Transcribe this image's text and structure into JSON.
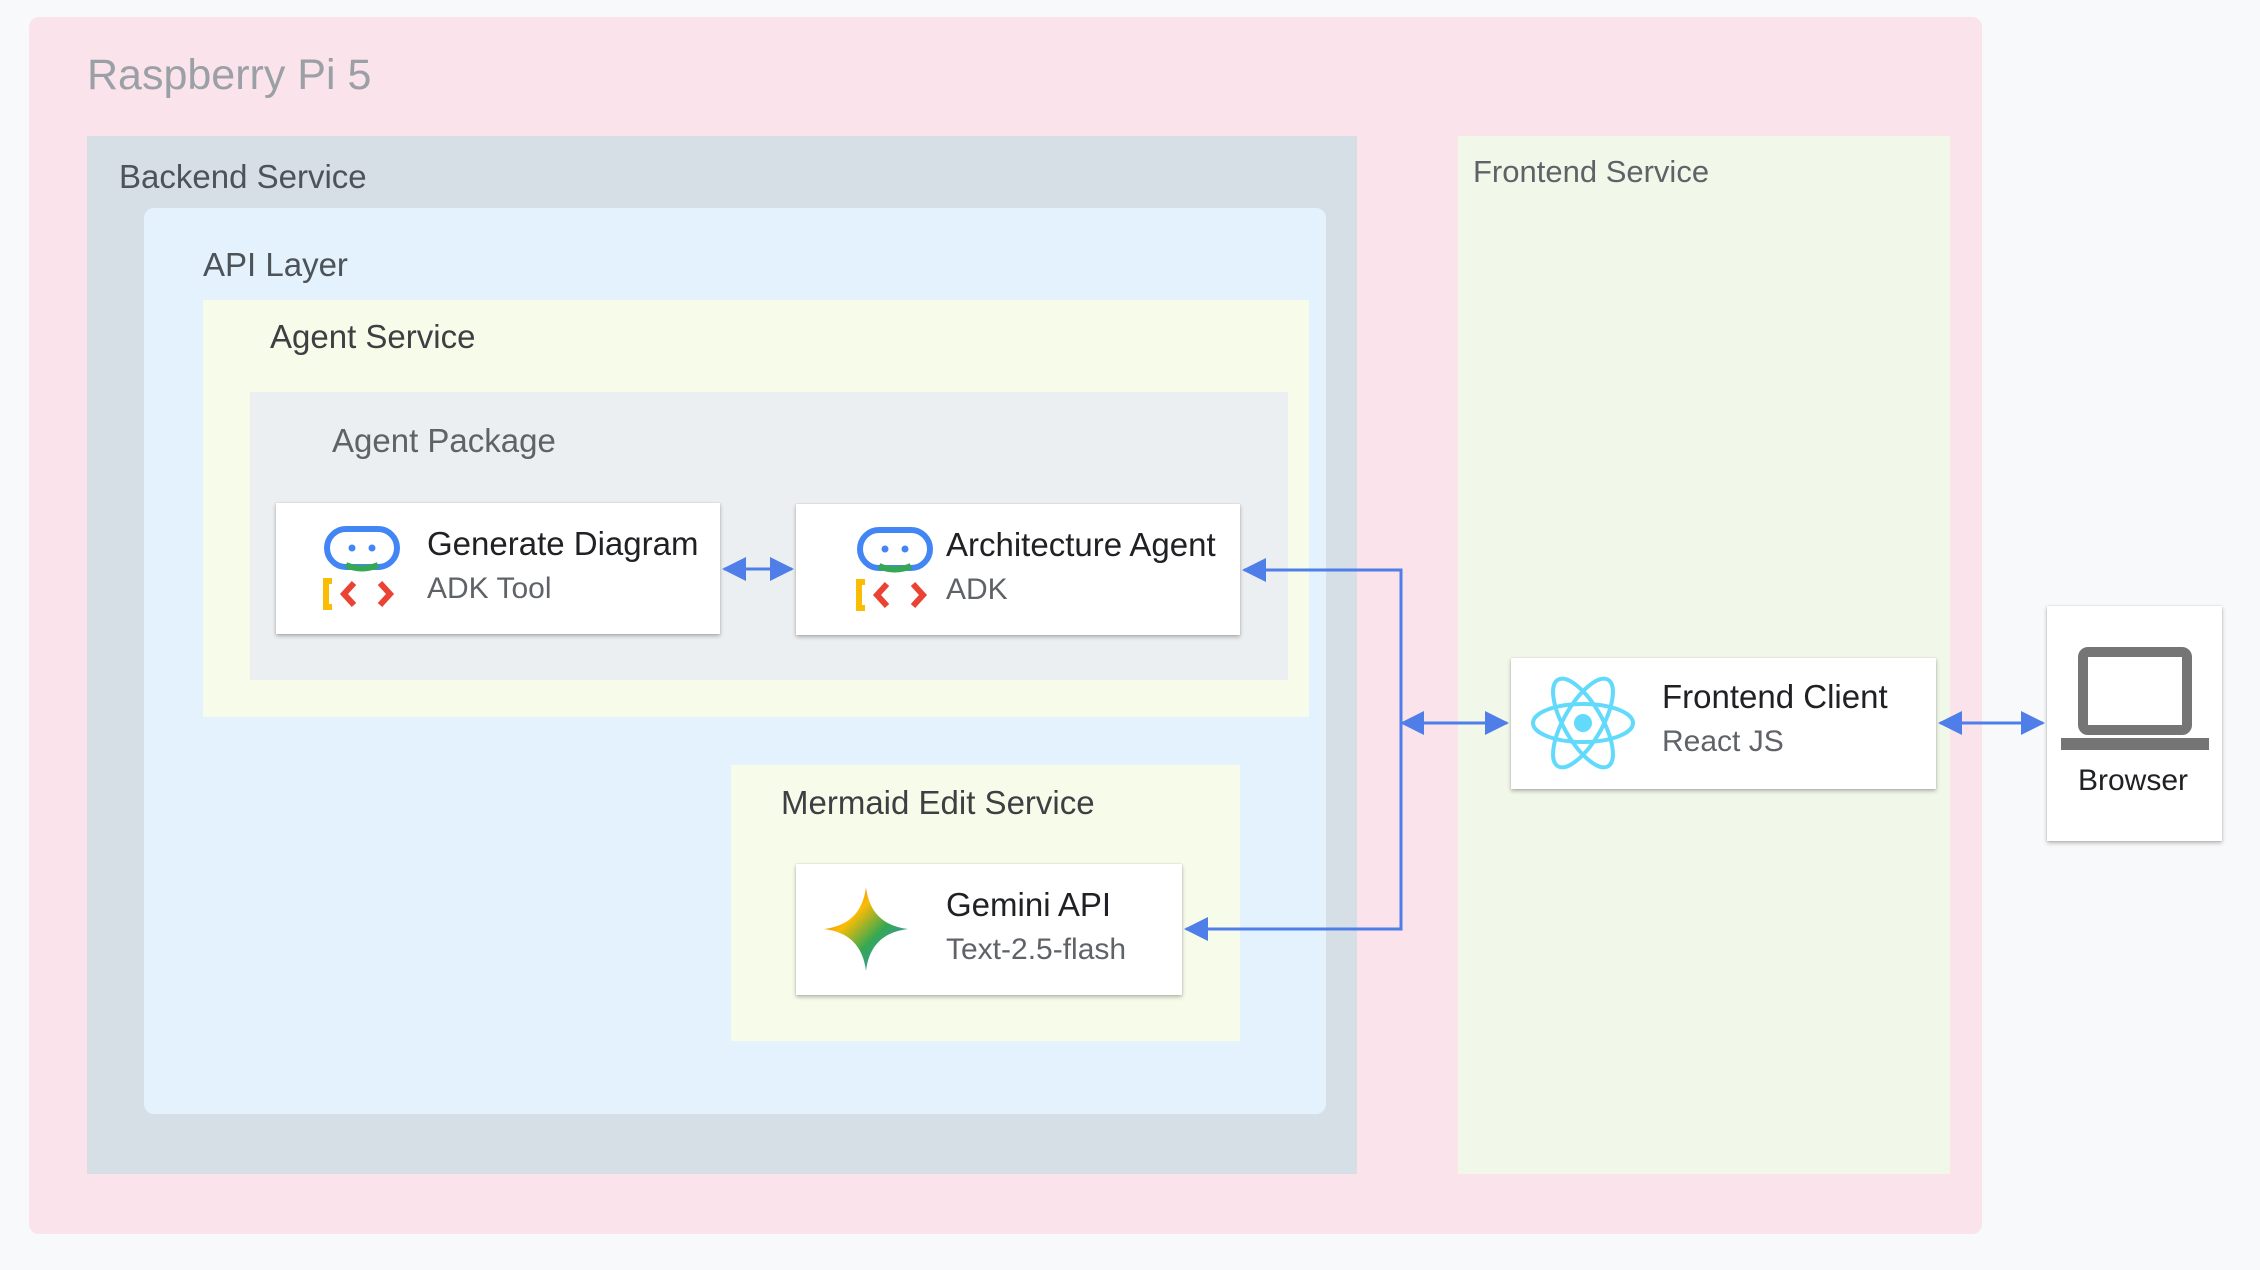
{
  "diagram": {
    "zones": {
      "raspberry_pi": "Raspberry Pi 5",
      "backend_service": "Backend Service",
      "api_layer": "API Layer",
      "agent_service": "Agent Service",
      "agent_package": "Agent Package",
      "mermaid_edit_service": "Mermaid Edit Service",
      "frontend_service": "Frontend Service"
    },
    "nodes": {
      "generate_diagram": {
        "title": "Generate Diagram",
        "subtitle": "ADK Tool",
        "icon": "adk-icon"
      },
      "architecture_agent": {
        "title": "Architecture Agent",
        "subtitle": "ADK",
        "icon": "adk-icon"
      },
      "gemini_api": {
        "title": "Gemini API",
        "subtitle": "Text-2.5-flash",
        "icon": "gemini-sparkle-icon"
      },
      "frontend_client": {
        "title": "Frontend Client",
        "subtitle": "React JS",
        "icon": "react-icon"
      },
      "browser": {
        "title": "Browser",
        "icon": "laptop-icon"
      }
    },
    "edges": [
      {
        "from": "generate_diagram",
        "to": "architecture_agent",
        "direction": "both"
      },
      {
        "from": "frontend_client",
        "to": "architecture_agent",
        "direction": "both"
      },
      {
        "from": "frontend_client",
        "to": "gemini_api",
        "direction": "both"
      },
      {
        "from": "frontend_client",
        "to": "browser",
        "direction": "both"
      }
    ],
    "colors": {
      "raspberry_pi_bg": "#fae3ea",
      "backend_bg": "#d5dfe5",
      "api_layer_bg": "#e3f2fd",
      "agent_service_bg": "#f7fbe9",
      "agent_package_bg": "#eceff1",
      "frontend_bg": "#f1f8e9",
      "connector": "#4f7ee8"
    }
  }
}
